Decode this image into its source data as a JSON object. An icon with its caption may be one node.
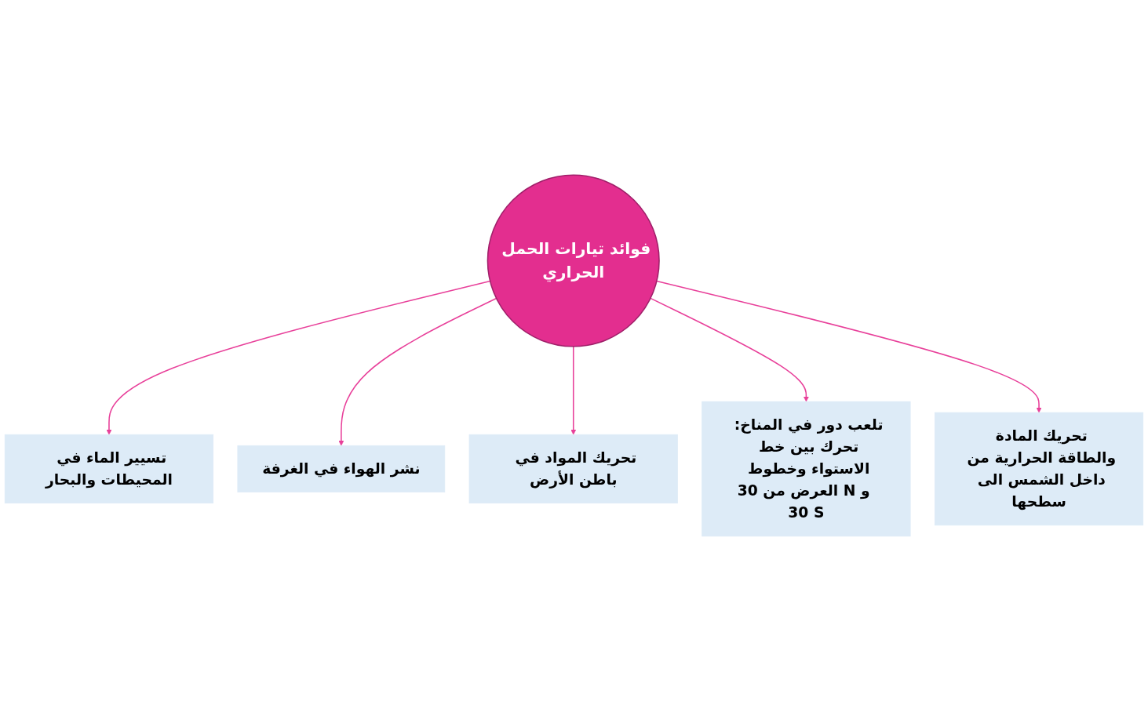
{
  "diagram": {
    "nodes": [
      {
        "text": [
          "فوائد تيارات الحمل الحراري"
        ]
      },
      {
        "text": [
          "تسيير الماء في المحيطات والبحار"
        ]
      },
      {
        "text": [
          "نشر الهواء في الغرفة"
        ]
      },
      {
        "text": [
          "تحريك المواد في باطن الأرض"
        ]
      },
      {
        "text": [
          "تلعب دور في المناخ: تحرك بين خط الاستواء وخطوط العرض من 30 N و 30 S"
        ]
      },
      {
        "text": [
          "تحريك المادة والطاقة الحرارية من داخل الشمس الى سطحها"
        ]
      }
    ],
    "edges": [
      {
        "from": 0,
        "to": 1,
        "arrow": "to"
      },
      {
        "from": 0,
        "to": 2,
        "arrow": "to"
      },
      {
        "from": 0,
        "to": 3,
        "arrow": "to"
      },
      {
        "from": 0,
        "to": 4,
        "arrow": "to"
      },
      {
        "from": 0,
        "to": 5,
        "arrow": "to"
      }
    ]
  }
}
